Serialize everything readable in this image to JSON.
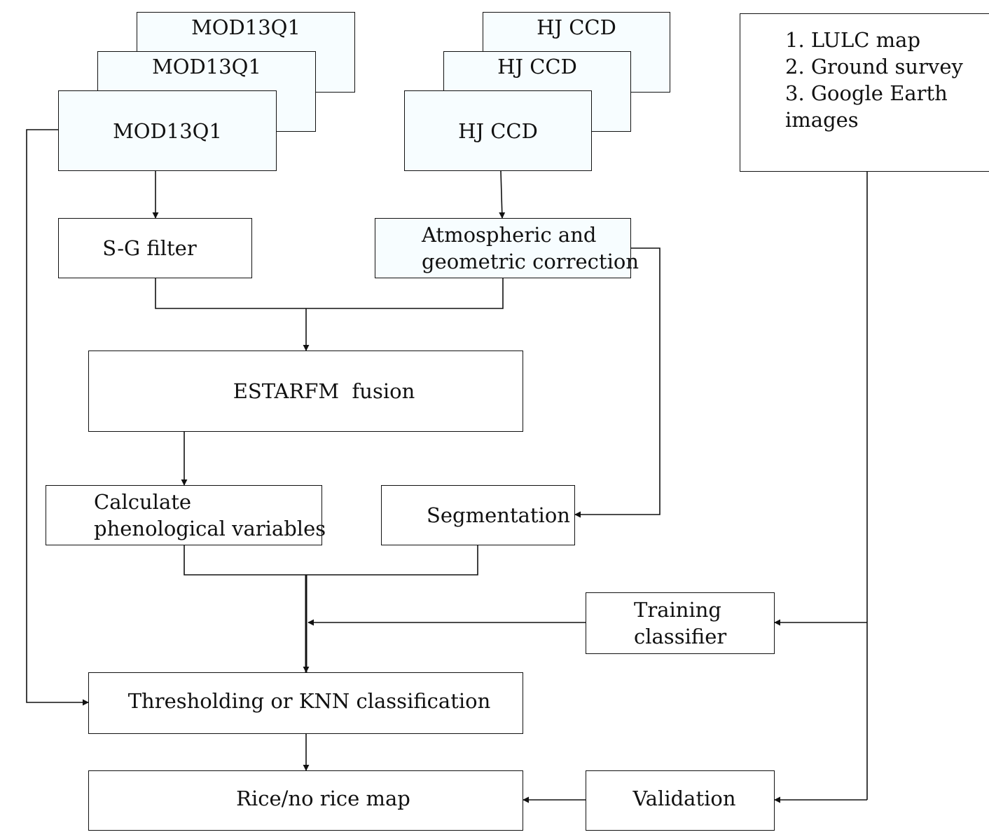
{
  "diagram": {
    "modis_stack": [
      "MOD13Q1",
      "MOD13Q1",
      "MOD13Q1"
    ],
    "hj_stack": [
      "HJ CCD",
      "HJ CCD",
      "HJ CCD"
    ],
    "reference": {
      "line1": "1. LULC map",
      "line2": "2. Ground survey",
      "line3": "3. Google Earth",
      "line4": "images"
    },
    "sg_filter": "S-G filter",
    "correction": {
      "line1": "Atmospheric and",
      "line2": "geometric correction"
    },
    "fusion": "ESTARFM  fusion",
    "phenology": {
      "line1": "Calculate",
      "line2": "phenological variables"
    },
    "segmentation": "Segmentation",
    "training": {
      "line1": "Training",
      "line2": "classifier"
    },
    "classification": "Thresholding or KNN classification",
    "validation": "Validation",
    "result_map": "Rice/no rice map"
  }
}
